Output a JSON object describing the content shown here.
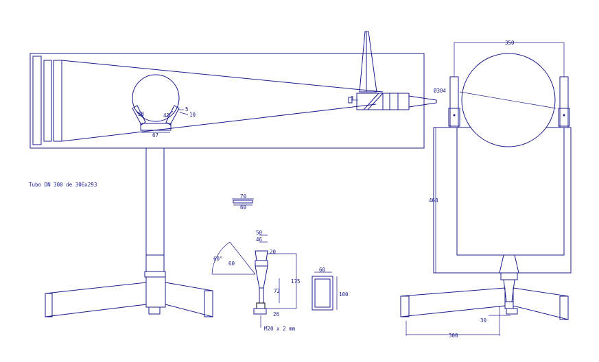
{
  "dims": {
    "d58": "58",
    "d42": "42",
    "d5": "5",
    "d10": "10",
    "d67": "67",
    "d3": "3",
    "tube_caption": "Tubo DN 300 de 306x293",
    "d70": "70",
    "d60a": "60",
    "d50": "50",
    "d46": "46",
    "d20": "20",
    "d60deg": "60°",
    "d60b": "60",
    "d175": "175",
    "d72": "72",
    "d26": "26",
    "thread": "M20 x 2 mm",
    "d60c": "60",
    "d100": "100",
    "d350": "350",
    "phi304": "Ø304",
    "d468": "468",
    "d300": "300",
    "d30": "30"
  },
  "colors": {
    "line": "#1a1a8c",
    "black": "#000000"
  }
}
